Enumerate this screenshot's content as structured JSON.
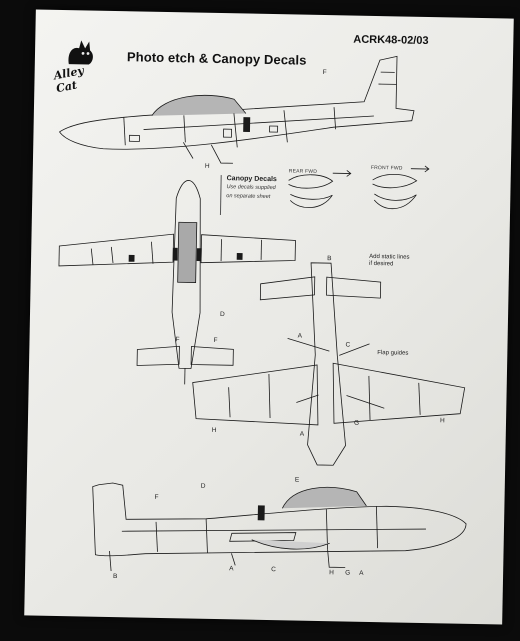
{
  "header": {
    "brand": "Alley Cat",
    "title": "Photo etch & Canopy Decals",
    "code": "ACRK48-02/03"
  },
  "canopy_decals": {
    "title": "Canopy Decals",
    "note_line1": "Use decals supplied",
    "note_line2": "on separate sheet",
    "rear_fwd": "REAR FWD",
    "front_fwd": "FRONT FWD"
  },
  "callouts": {
    "static_lines_1": "Add static lines",
    "static_lines_2": "if desired",
    "flap_guides": "Flap guides"
  },
  "labels": {
    "top_side_f": "F",
    "top_side_h": "H",
    "plan_d": "D",
    "plan_f1": "F",
    "plan_f2": "F",
    "under_b": "B",
    "under_a1": "A",
    "under_c": "C",
    "under_a2": "A",
    "under_g": "G",
    "under_h1": "H",
    "under_h2": "H",
    "bot_f": "F",
    "bot_d": "D",
    "bot_e": "E",
    "bot_b": "B",
    "bot_a1": "A",
    "bot_c": "C",
    "bot_h": "H",
    "bot_g": "G",
    "bot_a2": "A"
  },
  "colors": {
    "ink": "#1a1a1a",
    "canopy_grey": "#a9a9a9",
    "paper": "#efefeb"
  }
}
